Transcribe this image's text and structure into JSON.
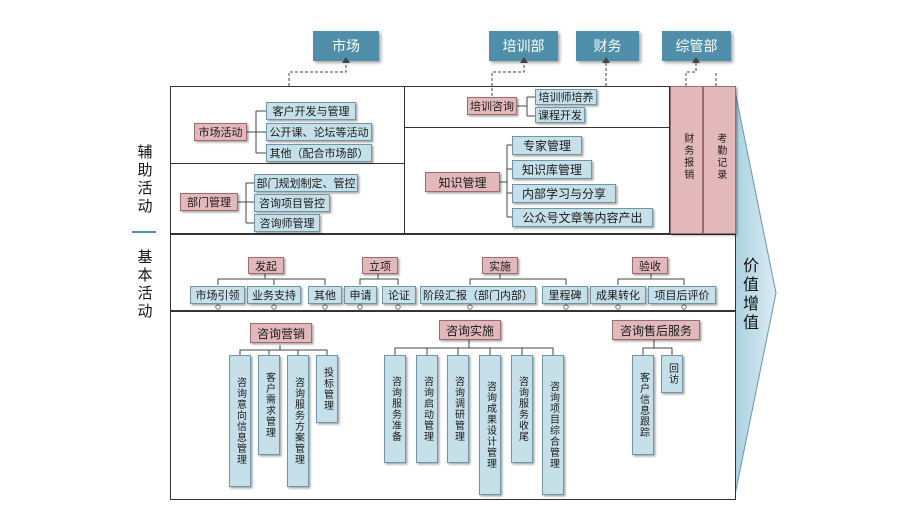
{
  "side_labels": {
    "support": "辅助活动",
    "basic": "基本活动"
  },
  "value_label": "价值增值",
  "departments": [
    "市场",
    "培训部",
    "财务",
    "综管部"
  ],
  "marketing": {
    "label": "市场活动",
    "items": [
      "客户开发与管理",
      "公开课、论坛等活动",
      "其他（配合市场部）"
    ]
  },
  "dept_mgmt": {
    "label": "部门管理",
    "items": [
      "部门规划制定、管控",
      "咨询项目管控",
      "咨询师管理"
    ]
  },
  "training": {
    "label": "培训咨询",
    "items": [
      "培训师培养",
      "课程开发"
    ]
  },
  "knowledge": {
    "label": "知识管理",
    "items": [
      "专家管理",
      "知识库管理",
      "内部学习与分享",
      "公众号文章等内容产出"
    ]
  },
  "finance_box": "财务报销",
  "attendance_box": "考勤记录",
  "phases": [
    {
      "label": "发起",
      "subs": [
        "市场引领",
        "业务支持",
        "其他"
      ]
    },
    {
      "label": "立项",
      "subs": [
        "申请",
        "论证"
      ]
    },
    {
      "label": "实施",
      "subs": [
        "阶段汇报（部门内部）",
        "里程碑"
      ]
    },
    {
      "label": "验收",
      "subs": [
        "成果转化",
        "项目后评价"
      ]
    }
  ],
  "groups": [
    {
      "label": "咨询营销",
      "cols": [
        "咨询意向信息管理",
        "客户需求管理",
        "咨询服务方案管理",
        "投标管理"
      ]
    },
    {
      "label": "咨询实施",
      "cols": [
        "咨询服务准备",
        "咨询启动管理",
        "咨询调研管理",
        "咨询成果设计管理",
        "咨询服务收尾",
        "咨询项目综合管理"
      ]
    },
    {
      "label": "咨询售后服务",
      "cols": [
        "客户信息跟踪",
        "回访"
      ]
    }
  ]
}
